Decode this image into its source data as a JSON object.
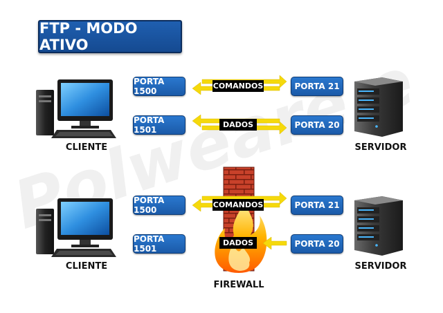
{
  "title": "FTP - MODO ATIVO",
  "watermark": "Polweare ecommerce",
  "top_section": {
    "client_label": "CLIENTE",
    "server_label": "SERVIDOR",
    "client_port_commands": "PORTA 1500",
    "client_port_data": "PORTA 1501",
    "server_port_commands": "PORTA 21",
    "server_port_data": "PORTA 20",
    "commands_label": "COMANDOS",
    "data_label": "DADOS"
  },
  "bottom_section": {
    "client_label": "CLIENTE",
    "server_label": "SERVIDOR",
    "client_port_commands": "PORTA 1500",
    "client_port_data": "PORTA 1501",
    "server_port_commands": "PORTA 21",
    "server_port_data": "PORTA 20",
    "commands_label": "COMANDOS",
    "data_label": "DADOS",
    "firewall_label": "FIREWALL"
  },
  "colors": {
    "port_blue": "#1f6cc0",
    "arrow_yellow": "#f5d90c",
    "title_blue": "#1a56a3"
  }
}
